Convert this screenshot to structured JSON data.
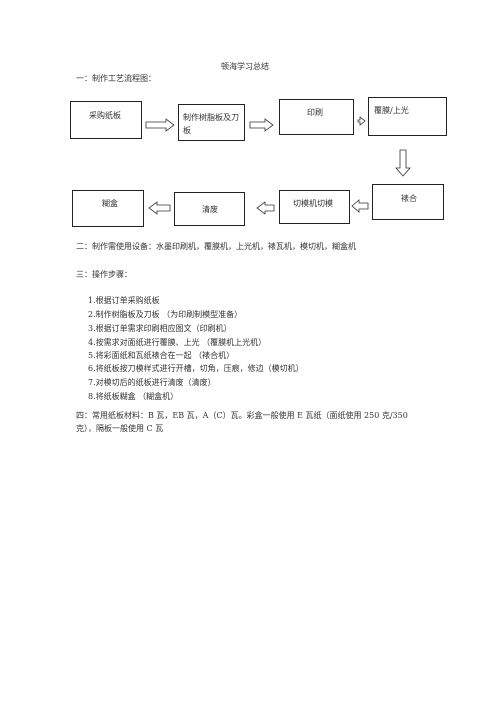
{
  "title": "顿海学习总结",
  "section1": {
    "heading": "一：制作工艺流程图："
  },
  "flow": {
    "row1": [
      "采购纸板",
      "制作树脂板及刀板",
      "印刷",
      "覆膜/上光"
    ],
    "row2": [
      "糊盒",
      "清废",
      "切模机切模",
      "裱合"
    ]
  },
  "section2": {
    "text": "二：制作需使用设备：水墨印刷机，覆膜机，上光机，裱瓦机，模切机，糊盒机"
  },
  "section3": {
    "heading": "三：操作步骤：",
    "steps": [
      "1.根据订单采购纸板",
      "2.制作树脂板及刀板 （为印刷制模型准备）",
      "3.根据订单需求印刷相应图文（印刷机）",
      "4.按需求对面纸进行覆膜、上光 （覆膜机上光机）",
      "5.将彩面纸和瓦纸裱合在一起 （裱合机）",
      "6.将纸板按刀模样式进行开槽，切角，压痕，修边（模切机）",
      "7.对模切后的纸板进行清废（清废）",
      "8.将纸板糊盒 （糊盒机）"
    ]
  },
  "section4": {
    "line1": "四：常用纸板材料：B 瓦，EB 瓦，A（C）瓦。彩盒一般使用 E 瓦纸（面纸使用 250 克/350",
    "line2": "克），隔板一般使用 C 瓦"
  }
}
